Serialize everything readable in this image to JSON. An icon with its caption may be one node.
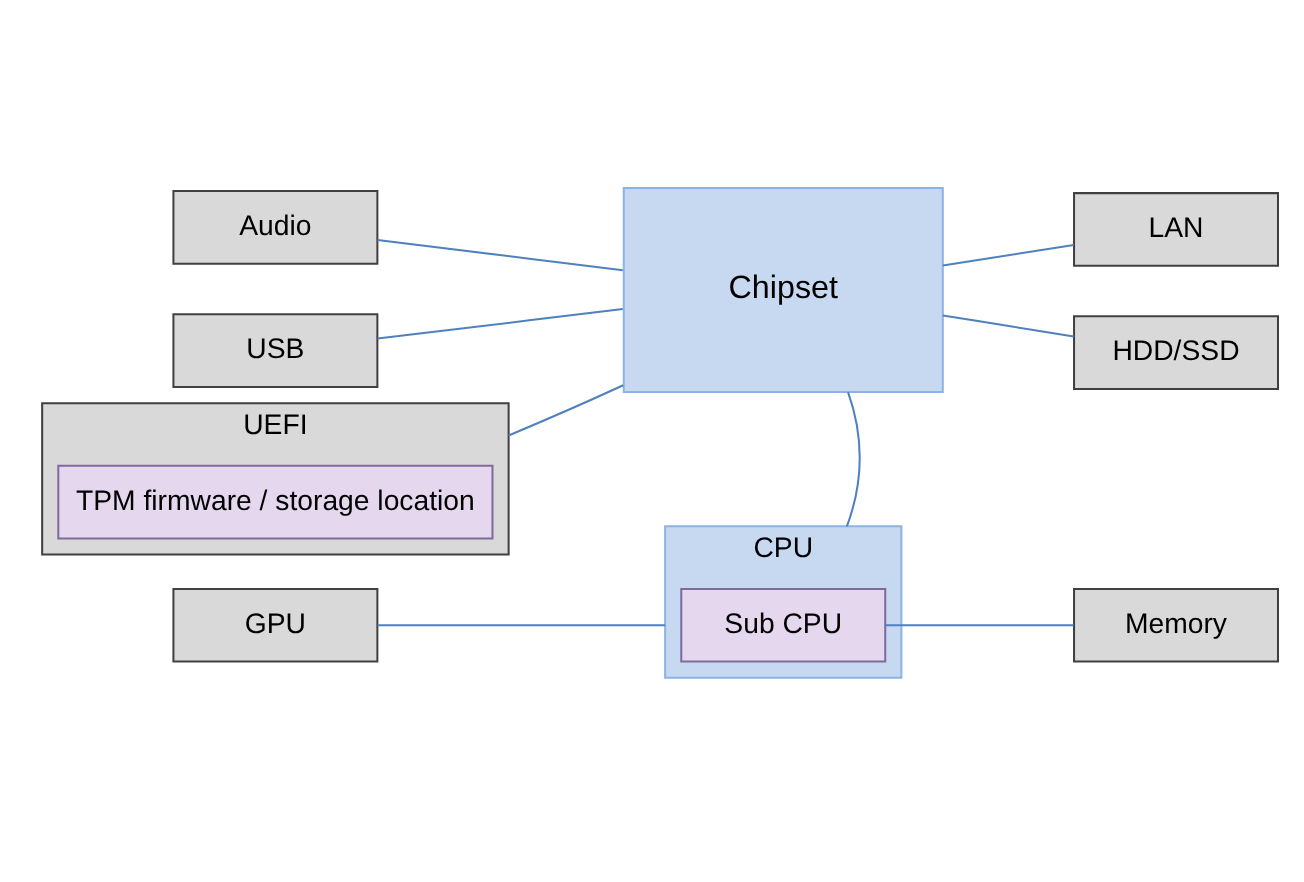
{
  "diagram": {
    "nodes": [
      {
        "text": [
          "GPU"
        ]
      },
      {
        "text": [
          "CPU"
        ]
      },
      {
        "text": [
          "Sub CPU"
        ],
        "in": 1
      },
      {
        "text": [
          "Memory"
        ]
      },
      {
        "text": [
          "Audio"
        ]
      },
      {
        "text": [
          "USB"
        ]
      },
      {
        "text": [
          "Chipset"
        ]
      },
      {
        "text": [
          "LAN"
        ]
      },
      {
        "text": [
          "HDD/SSD"
        ]
      },
      {
        "text": [
          "UEFI"
        ]
      },
      {
        "text": [
          "TPM firmware / storage location"
        ],
        "in": 9
      }
    ],
    "edges": [
      {
        "from": 0,
        "to": 1,
        "arrow": "none"
      },
      {
        "from": 2,
        "to": 3,
        "arrow": "none"
      },
      {
        "from": 1,
        "to": 6,
        "arrow": "none"
      },
      {
        "from": 4,
        "to": 6,
        "arrow": "none"
      },
      {
        "from": 5,
        "to": 6,
        "arrow": "none"
      },
      {
        "from": 6,
        "to": 7,
        "arrow": "none"
      },
      {
        "from": 6,
        "to": 8,
        "arrow": "none"
      },
      {
        "from": 6,
        "to": 9,
        "arrow": "none"
      }
    ]
  }
}
